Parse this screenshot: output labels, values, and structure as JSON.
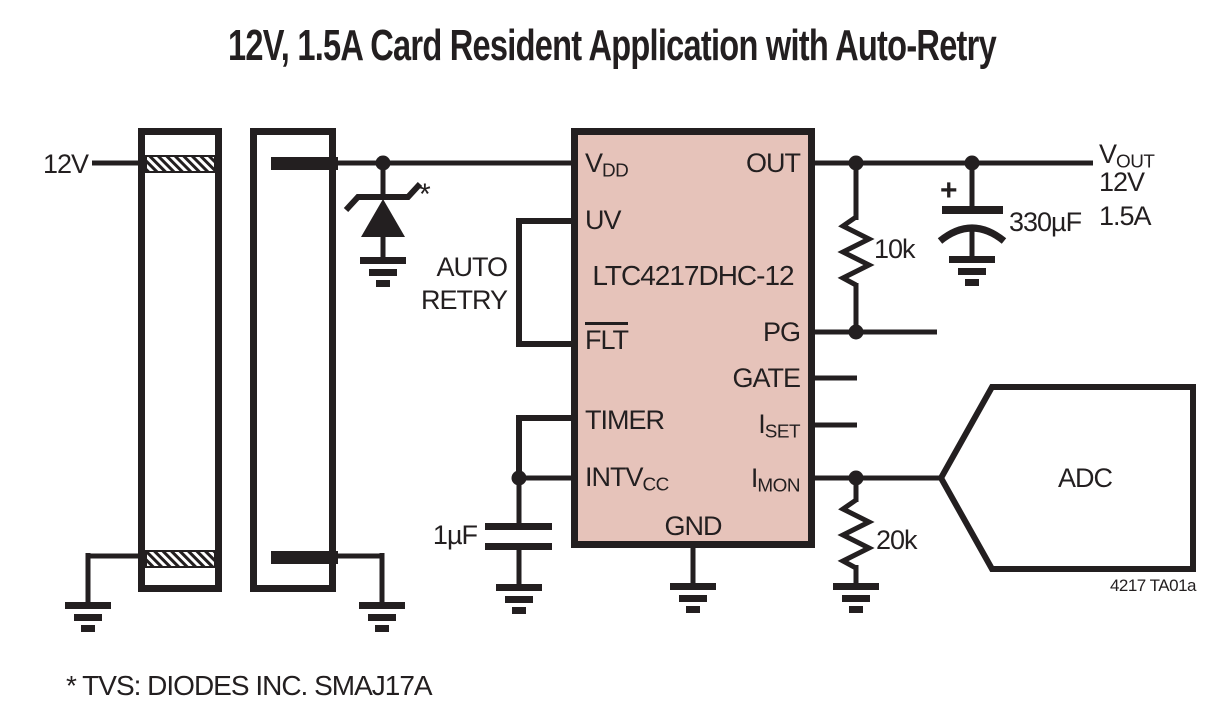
{
  "title": "12V, 1.5A Card Resident Application with Auto-Retry",
  "labels": {
    "input_voltage": "12V",
    "tvs_asterisk": "*",
    "auto_retry_line1": "AUTO",
    "auto_retry_line2": "RETRY"
  },
  "ic": {
    "part_number": "LTC4217DHC-12",
    "pins": {
      "vdd": {
        "base": "V",
        "sub": "DD"
      },
      "uv": "UV",
      "flt": "FLT",
      "timer": "TIMER",
      "intvcc": {
        "base": "INTV",
        "sub": "CC"
      },
      "gnd": "GND",
      "out": "OUT",
      "pg": "PG",
      "gate": "GATE",
      "iset": {
        "base": "I",
        "sub": "SET"
      },
      "imon": {
        "base": "I",
        "sub": "MON"
      }
    }
  },
  "components": {
    "pullup_resistor": "10k",
    "imon_resistor": "20k",
    "output_capacitor": "330µF",
    "output_capacitor_polarity": "+",
    "intvcc_capacitor": "1µF"
  },
  "output": {
    "vout": {
      "base": "V",
      "sub": "OUT"
    },
    "voltage": "12V",
    "current": "1.5A"
  },
  "adc_label": "ADC",
  "figure_id": "4217 TA01a",
  "footnote": "* TVS: DIODES INC. SMAJ17A",
  "colors": {
    "ic_fill": "#e6c3ba",
    "line": "#231f20"
  }
}
